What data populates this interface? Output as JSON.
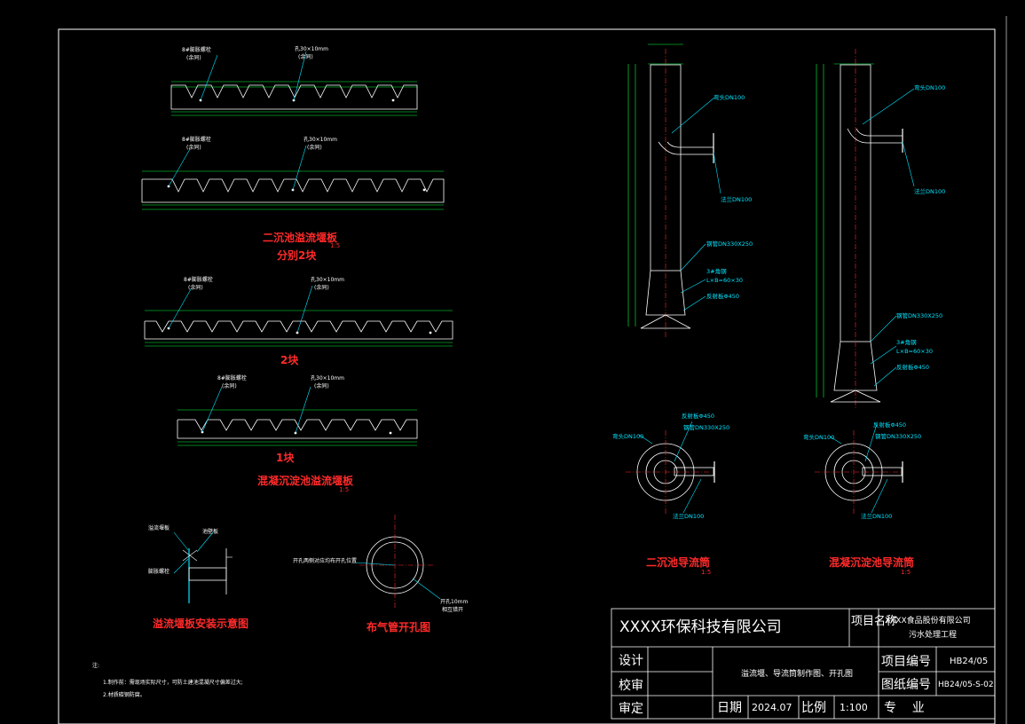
{
  "drawing": {
    "titles": {
      "weir_secondary": "二沉池溢流堰板",
      "weir_secondary_scale": "1:5",
      "weir_secondary_note": "分别2块",
      "two_pieces": "2块",
      "one_piece": "1块",
      "weir_coag": "混凝沉淀池溢流堰板",
      "weir_coag_scale": "1:5",
      "install_title": "溢流堰板安装示意图",
      "aeration_title": "布气管开孔图",
      "guide_secondary": "二沉池导流筒",
      "guide_secondary_scale": "1:5",
      "guide_coag": "混凝沉淀池导流筒",
      "guide_coag_scale": "1:5"
    },
    "callouts": {
      "bolt": "8#膨胀螺栓",
      "bolt_sub": "(余同)",
      "hole": "孔30×10mm",
      "hole_sub": "(余同)",
      "elbow": "弯头DN100",
      "flange": "法兰DN100",
      "flange2": "法兰DN100",
      "guide_pipe": "钢管DN330X250",
      "rib": "3#角钢",
      "rib_size": "L×B=60×30",
      "reflector": "反射板Φ450",
      "weir_plate": "溢流堰板",
      "pool_wall": "池壁板",
      "bolt_install": "膨胀螺栓",
      "hole_note": "开孔两侧对应均布开孔位置",
      "hole_dia": "开孔10mm",
      "hole_dia2": "相互错开"
    },
    "notes": {
      "heading": "注:",
      "line1": "1.制作前：需现场实际尺寸，可防土建池混凝尺寸偏差过大;",
      "line2": "2.材质碳钢防腐。"
    }
  },
  "title_block": {
    "company": "XXXX环保科技有限公司",
    "project_name_label": "项目名称",
    "project_name_1": "XXXX食品股份有限公司",
    "project_name_2": "污水处理工程",
    "design_label": "设计",
    "check_label": "校审",
    "approve_label": "审定",
    "drawing_title": "溢流堰、导流筒制作图、开孔图",
    "project_no_label": "项目编号",
    "project_no": "HB24/05",
    "drawing_no_label": "图纸编号",
    "drawing_no": "HB24/05-S-02",
    "date_label": "日期",
    "date": "2024.07",
    "scale_label": "比例",
    "scale": "1:100",
    "discipline_label": "专    业"
  },
  "colors": {
    "background": "#000000",
    "frame": "#ffffff",
    "dimension": "#00ff3c",
    "callout": "#00e5ff",
    "title_red": "#ff2a2a",
    "centerline": "#ff2a2a"
  }
}
